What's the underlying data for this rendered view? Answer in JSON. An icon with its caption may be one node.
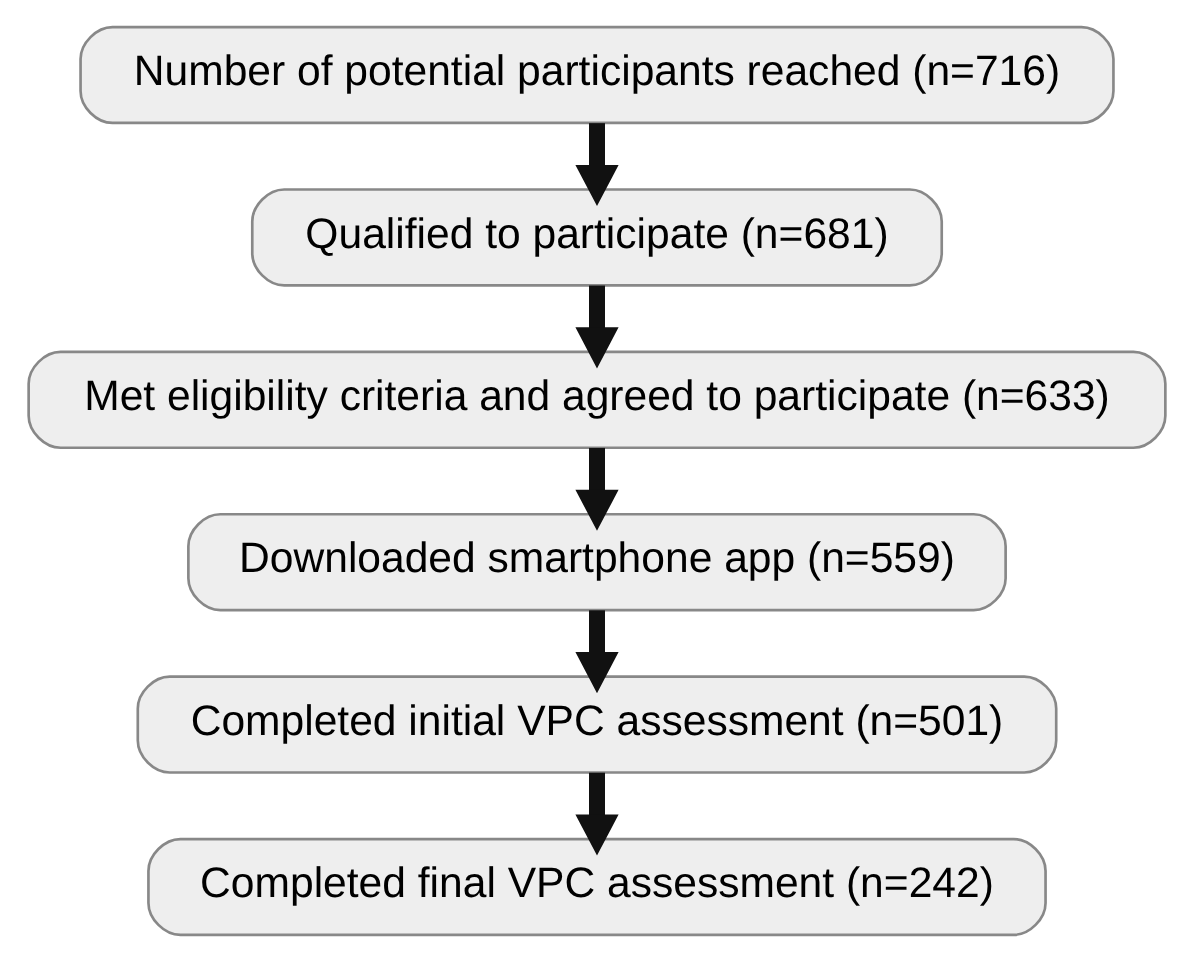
{
  "diagram": {
    "nodes": [
      {
        "text": [
          "Number of potential participants reached (n=716)"
        ]
      },
      {
        "text": [
          "Qualified to participate (n=681)"
        ]
      },
      {
        "text": [
          "Met eligibility criteria and agreed to participate (n=633)"
        ]
      },
      {
        "text": [
          "Downloaded smartphone app (n=559)"
        ]
      },
      {
        "text": [
          "Completed initial VPC assessment (n=501)"
        ]
      },
      {
        "text": [
          "Completed final VPC assessment (n=242)"
        ]
      }
    ],
    "edges": [
      {
        "from": 0,
        "to": 1,
        "arrow": "to"
      },
      {
        "from": 1,
        "to": 2,
        "arrow": "to"
      },
      {
        "from": 2,
        "to": 3,
        "arrow": "to"
      },
      {
        "from": 3,
        "to": 4,
        "arrow": "to"
      },
      {
        "from": 4,
        "to": 5,
        "arrow": "to"
      }
    ]
  }
}
